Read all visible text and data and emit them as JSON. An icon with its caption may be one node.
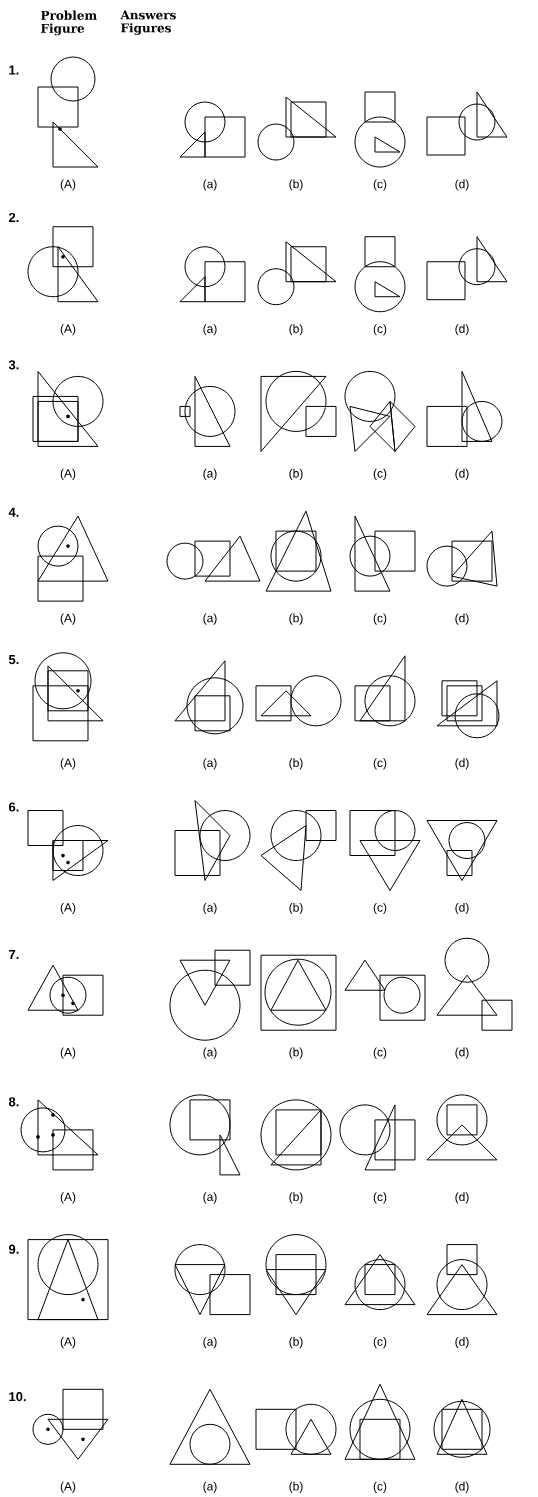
{
  "diagram": {
    "labels": [
      "Problem Figure",
      "Answers Figures",
      "1.",
      "(A)",
      "(a)",
      "(b)",
      "(c)",
      "(d)",
      "2.",
      "(A)",
      "(a)",
      "(b)",
      "(c)",
      "(d)",
      "3.",
      "(A)",
      "(a)",
      "(b)",
      "(c)",
      "(d)",
      "4.",
      "(A)",
      "(a)",
      "(b)",
      "(c)",
      "(d)",
      "5.",
      "(A)",
      "(a)",
      "(b)",
      "(c)",
      "(d)",
      "6.",
      "(A)",
      "(a)",
      "(b)",
      "(c)",
      "(d)",
      "7.",
      "(A)",
      "(a)",
      "(b)",
      "(c)",
      "(d)",
      "8.",
      "(A)",
      "(a)",
      "(b)",
      "(c)",
      "(d)",
      "9.",
      "(A)",
      "(a)",
      "(b)",
      "(c)",
      "(d)",
      "10.",
      "(A)",
      "(a)",
      "(b)",
      "(c)",
      "(d)"
    ]
  }
}
